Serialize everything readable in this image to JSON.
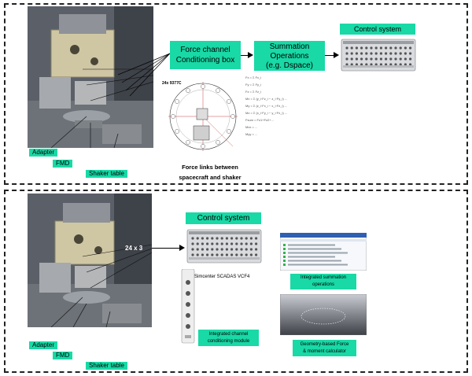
{
  "top": {
    "labels": {
      "adapter": "Adapter",
      "fmd": "FMD",
      "shaker_table": "Shaker table"
    },
    "force_channel_box": [
      "Force channel",
      "Conditioning box"
    ],
    "summation_box": [
      "Summation",
      "Operations",
      "(e.g. Dspace)"
    ],
    "control_system": "Control system",
    "sensor_label": "24x 9377C",
    "force_links_caption": [
      "Force links between",
      "spacecraft and shaker"
    ],
    "equations": [
      "Fx = Σ Fx_i",
      "Fy = Σ Fy_i",
      "Fz = Σ Fz_i",
      "Mx = Σ (y_i·Fz_i − z_i·Fy_i) ...",
      "My = Σ (z_i·Fx_i − x_i·Fz_i) ...",
      "Mz = Σ (x_i·Fy_i − y_i·Fx_i) ...",
      "Fsum = Fz1+Fz2+...",
      "Mxx = ...",
      "Myy = ..."
    ]
  },
  "bottom": {
    "labels": {
      "adapter": "Adapter",
      "fmd": "FMD",
      "shaker_table": "Shaker table"
    },
    "control_system": "Control system",
    "channel_count": "24 x 3",
    "module_name": "Simcenter SCADAS VCF4",
    "integrated_conditioning": [
      "Integrated channel",
      "conditioning module"
    ],
    "integrated_summation": [
      "Integrated summation",
      "operations"
    ],
    "geometry_calculator": [
      "Geometry-based Force",
      "& moment calculator"
    ]
  },
  "colors": {
    "accent": "#19d9a6",
    "panel_border": "#222222"
  }
}
